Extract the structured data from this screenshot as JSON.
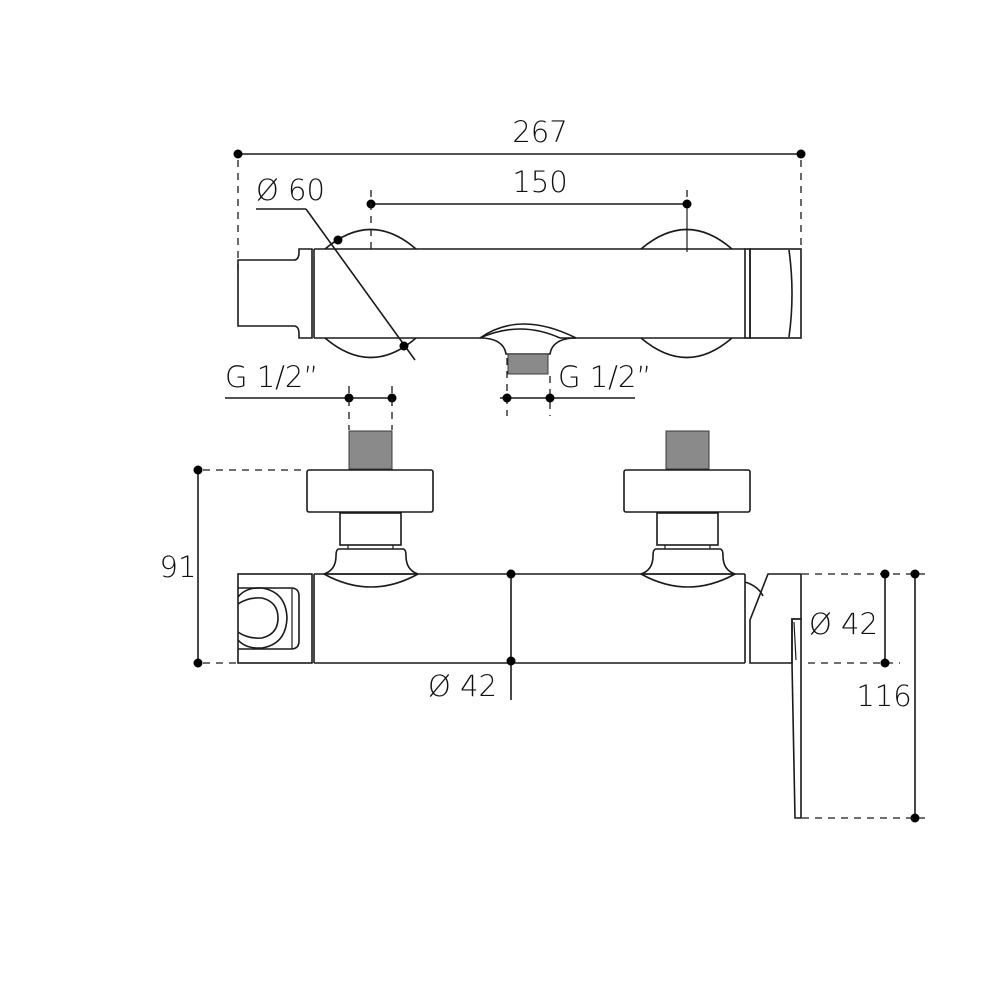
{
  "drawing": {
    "title": "Thermostatic shower mixer technical drawing",
    "stroke_color": "#1a1a1a",
    "background": "#ffffff",
    "top_view": {
      "overall_width": "267",
      "inlet_spacing": "150",
      "flange_diameter": "Ø 60",
      "outlet_thread": "G 1/2”"
    },
    "front_view": {
      "inlet_thread": "G 1/2”",
      "height_to_inlet": "91",
      "body_diameter": "Ø 42",
      "handle_diameter": "Ø 42",
      "handle_height": "116"
    }
  }
}
